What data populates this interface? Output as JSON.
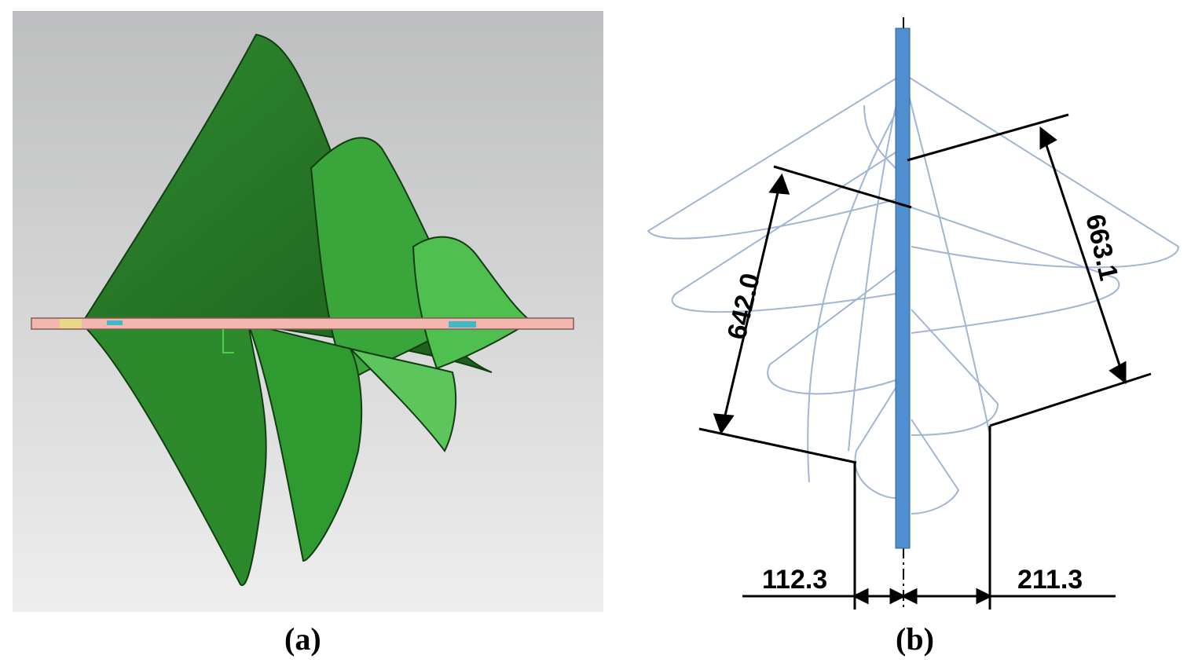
{
  "panel_a": {
    "caption": "(a)",
    "colors": {
      "background": "#c9cacb",
      "blade": "#3a9c3a",
      "blade_dark": "#1f6a1f",
      "shaft": "#f2b8b0"
    }
  },
  "panel_b": {
    "caption": "(b)",
    "dimensions": {
      "left_height": "642.0",
      "right_height": "663.1",
      "left_radius": "112.3",
      "right_radius": "211.3"
    },
    "colors": {
      "wire": "#9fb6d4",
      "shaft": "#4f8fd0",
      "dimension_line": "#000000"
    }
  }
}
